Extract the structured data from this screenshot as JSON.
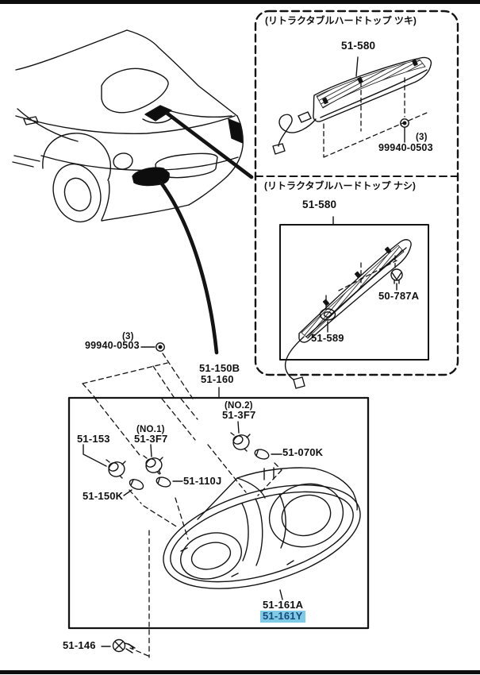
{
  "colors": {
    "highlight_bg": "#7fcbe6",
    "highlight_text": "#17497e",
    "line": "#121212"
  },
  "right_panel": {
    "with_hardtop": {
      "header": "(リトラクタブルハードトップ ツキ)",
      "lamp_part": "51-580",
      "grommet_qty": "(3)",
      "grommet_part": "99940-0503"
    },
    "without_hardtop": {
      "header": "(リトラクタブルハードトップ ナシ)",
      "lamp_part": "51-580",
      "screw_part": "50-787A",
      "grommet_part": "51-589"
    }
  },
  "middle": {
    "grommet_qty": "(3)",
    "grommet_part": "99940-0503",
    "lamp_part_upper": "51-150B",
    "lamp_part_lower": "51-160"
  },
  "main_box": {
    "socket_left_part": "51-153",
    "socket1_no": "(NO.1)",
    "socket1_part": "51-3F7",
    "socket2_no": "(NO.2)",
    "socket2_part": "51-3F7",
    "bulb_outer_part": "51-070K",
    "bulb_inner_part": "51-110J",
    "bulb_left_part": "51-150K",
    "assembly_part": "51-161A",
    "assembly_part_selected": "51-161Y"
  },
  "bottom_area": {
    "screw_part": "51-146"
  }
}
